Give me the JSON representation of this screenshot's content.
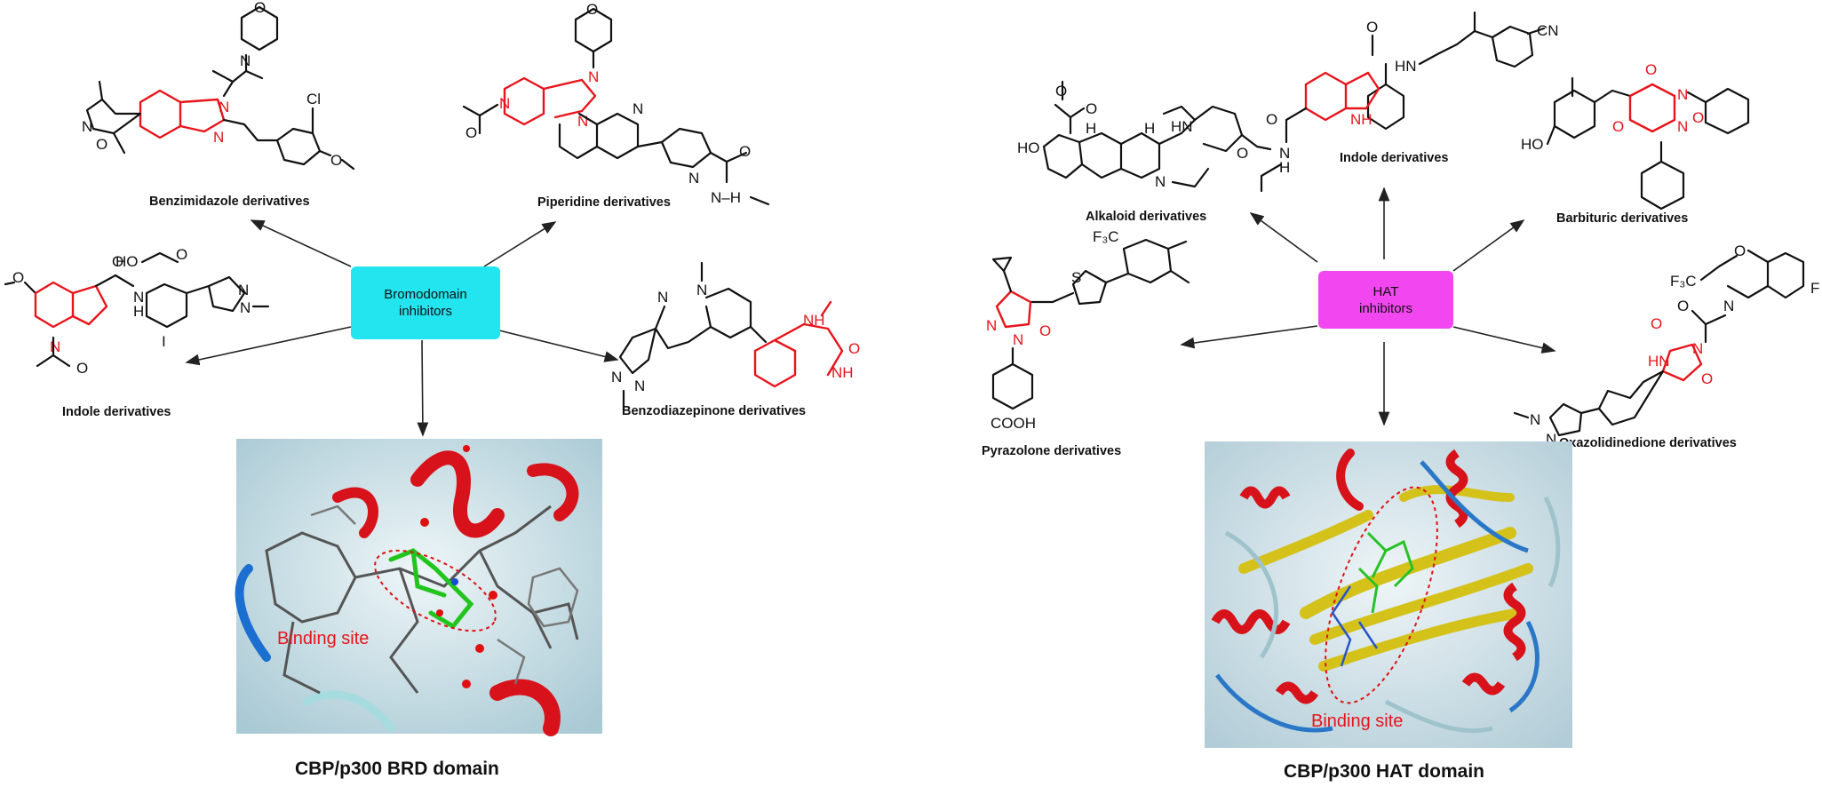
{
  "hubs": {
    "bromodomain": {
      "label": "Bromodomain inhibitors",
      "color": "#22e5ef"
    },
    "hat": {
      "label": "HAT inhibitors",
      "color": "#f246f0"
    }
  },
  "left_captions": {
    "benzimidazole": "Benzimidazole derivatives",
    "piperidine": "Piperidine derivatives",
    "indole": "Indole derivatives",
    "benzodiazepinone": "Benzodiazepinone derivatives",
    "domain": "CBP/p300 BRD domain"
  },
  "right_captions": {
    "alkaloid": "Alkaloid derivatives",
    "indole": "Indole derivatives",
    "barbituric": "Barbituric derivatives",
    "pyrazolone": "Pyrazolone derivatives",
    "oxazolidinedione": "Oxazolidinedione derivatives",
    "domain": "CBP/p300 HAT domain"
  },
  "binding_site_label": "Binding site",
  "colors": {
    "highlight": "#e8141b",
    "brd_bg": "#cfe3ea",
    "hat_bg": "#cfe0e8"
  }
}
